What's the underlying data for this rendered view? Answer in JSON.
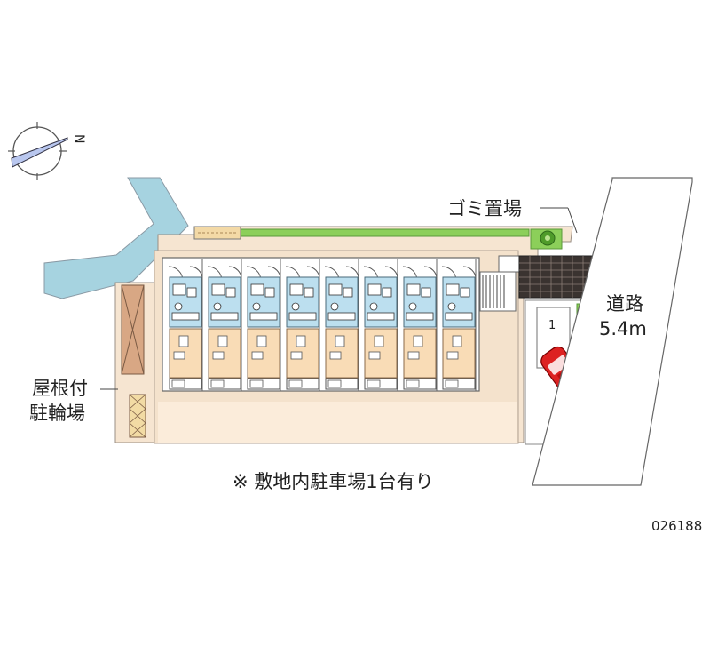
{
  "compass": {
    "north_label": "N"
  },
  "labels": {
    "garbage": "ゴミ置場",
    "road_name": "道路",
    "road_width": "5.4m",
    "bike_line1": "屋根付",
    "bike_line2": "駐輪場",
    "parking_note": "※ 敷地内駐車場1台有り",
    "parking_space_number": "1",
    "property_code": "026188"
  },
  "units": {
    "count": 8
  },
  "colors": {
    "canal": "#a6d3e0",
    "site_ground": "#f6e5d1",
    "building": "#ffffff",
    "unit_room": "#f9dcb6",
    "unit_wet": "#bcdfef",
    "road": "#ffffff",
    "car": "#dd2222",
    "hedge": "#8ccf5a",
    "bike_shelter": "#d8a784",
    "outline": "#777777"
  }
}
